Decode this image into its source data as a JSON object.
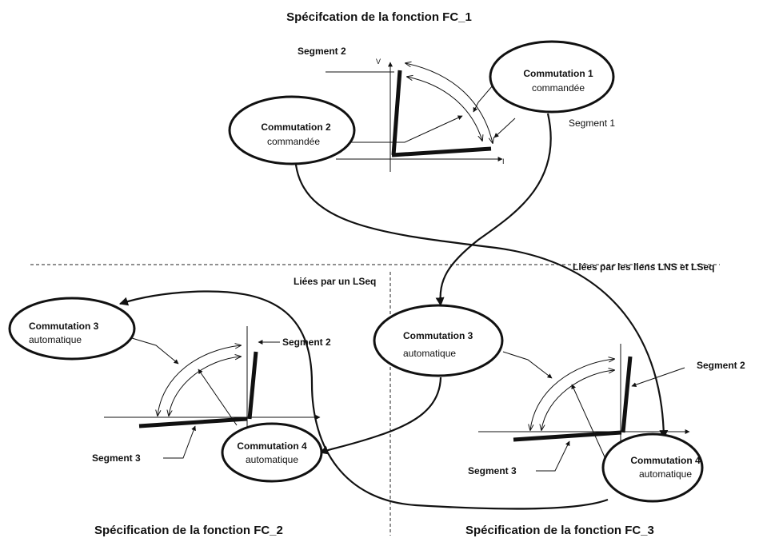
{
  "titles": {
    "fc1": "Spécifcation de la fonction FC_1",
    "fc2": "Spécification de la fonction FC_2",
    "fc3": "Spécification de la fonction FC_3"
  },
  "links": {
    "lns_lseq": "Liées par les liens LNS et LSeq",
    "lseq": "Liées par un LSeq"
  },
  "fc1": {
    "seg2": "Segment 2",
    "seg1": "Segment 1",
    "axis_v": "V",
    "axis_i": "I",
    "comm1": {
      "title": "Commutation 1",
      "sub": "commandée"
    },
    "comm2": {
      "title": "Commutation 2",
      "sub": "commandée"
    }
  },
  "fc2": {
    "seg2": "Segment 2",
    "seg3": "Segment 3",
    "comm3": {
      "title": "Commutation 3",
      "sub": "automatique"
    },
    "comm4": {
      "title": "Commutation 4",
      "sub": "automatique"
    }
  },
  "fc3": {
    "seg2": "Segment 2",
    "seg3": "Segment 3",
    "comm3": {
      "title": "Commutation 3",
      "sub": "automatique"
    },
    "comm4": {
      "title": "Commutation 4",
      "sub": "automatique"
    }
  }
}
